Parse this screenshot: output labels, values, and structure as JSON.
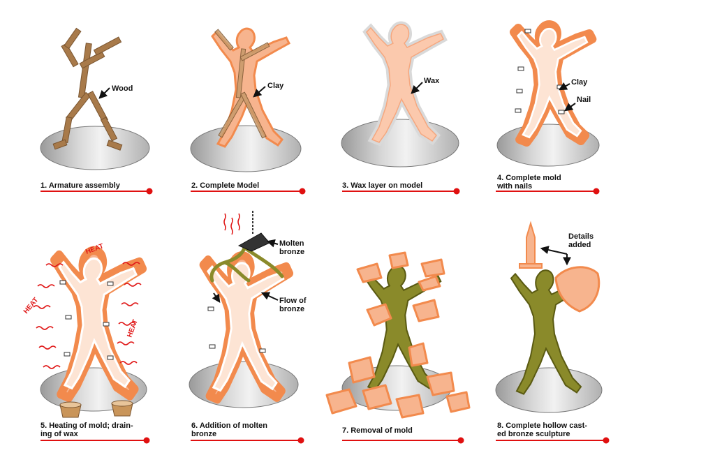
{
  "steps": [
    {
      "caption": "1.  Armature assembly",
      "labels": [
        "Wood"
      ]
    },
    {
      "caption": "2.  Complete Model",
      "labels": [
        "Clay"
      ]
    },
    {
      "caption": "3.  Wax layer on model",
      "labels": [
        "Wax"
      ]
    },
    {
      "caption": "4.  Complete mold\n      with nails",
      "labels": [
        "Clay",
        "Nail"
      ]
    },
    {
      "caption": "5.  Heating of mold; drain-\n      ing of wax",
      "labels": [
        "HEAT",
        "HEAT",
        "HEAT"
      ]
    },
    {
      "caption": "6.  Addition of molten\n      bronze",
      "labels": [
        "Molten\nbronze",
        "Flow of\nbronze"
      ]
    },
    {
      "caption": "7.  Removal of mold",
      "labels": []
    },
    {
      "caption": "8.  Complete hollow cast-\n      ed bronze sculpture",
      "labels": [
        "Details\nadded"
      ]
    }
  ],
  "colors": {
    "wood": "#a87a4a",
    "clay": "#f7b48e",
    "clay_edge": "#f28a4d",
    "wax": "#fbc9ad",
    "wax_halo": "#d9d9d9",
    "bronze": "#8a8a2a",
    "bronze_edge": "#5a5a12",
    "base": "#bcbcbc",
    "rule": "#e01010",
    "heat": "#e01818"
  }
}
